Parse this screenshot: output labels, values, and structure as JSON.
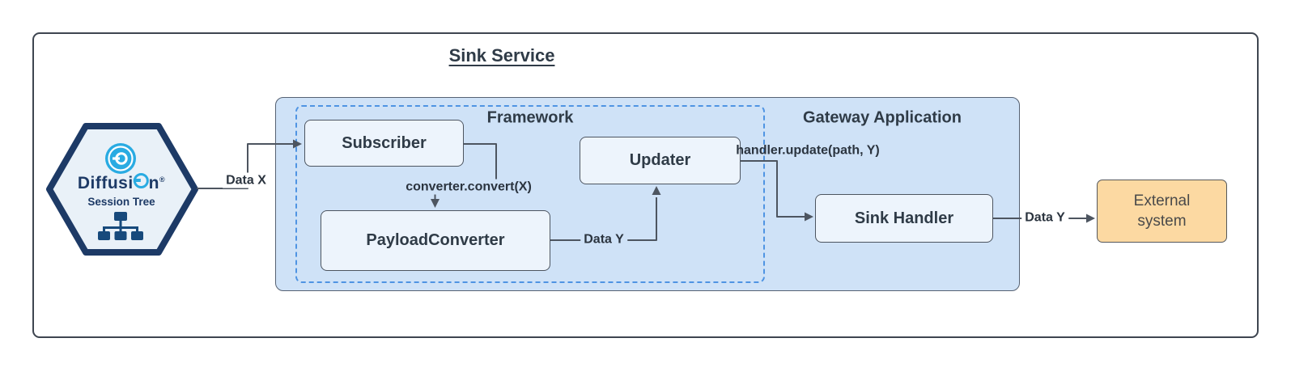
{
  "diagram_title": "Sink Service",
  "hexagon_badge": {
    "brand_prefix": "Diffusi",
    "brand_suffix": "n",
    "registered_mark": "®",
    "subtitle": "Session Tree"
  },
  "containers": {
    "gateway_application": {
      "label": "Gateway Application"
    },
    "framework": {
      "label": "Framework"
    }
  },
  "nodes": {
    "subscriber": {
      "label": "Subscriber"
    },
    "payload_converter": {
      "label": "PayloadConverter"
    },
    "updater": {
      "label": "Updater"
    },
    "sink_handler": {
      "label": "Sink Handler"
    },
    "external_system": {
      "label": "External system"
    }
  },
  "edge_labels": {
    "data_x": "Data X",
    "converter_convert": "converter.convert(X)",
    "data_y_internal": "Data Y",
    "handler_update": "handler.update(path, Y)",
    "data_y_external": "Data Y"
  },
  "colors": {
    "gateway_fill": "#cfe2f7",
    "node_fill": "#edf4fc",
    "framework_dash_border": "#4f94e3",
    "external_fill": "#fcd9a2",
    "external_border": "#55585c",
    "connector_line": "#4d5560",
    "dark_text": "#2f3b47",
    "brand_navy": "#1d3a66",
    "brand_cyan": "#29abe2"
  }
}
